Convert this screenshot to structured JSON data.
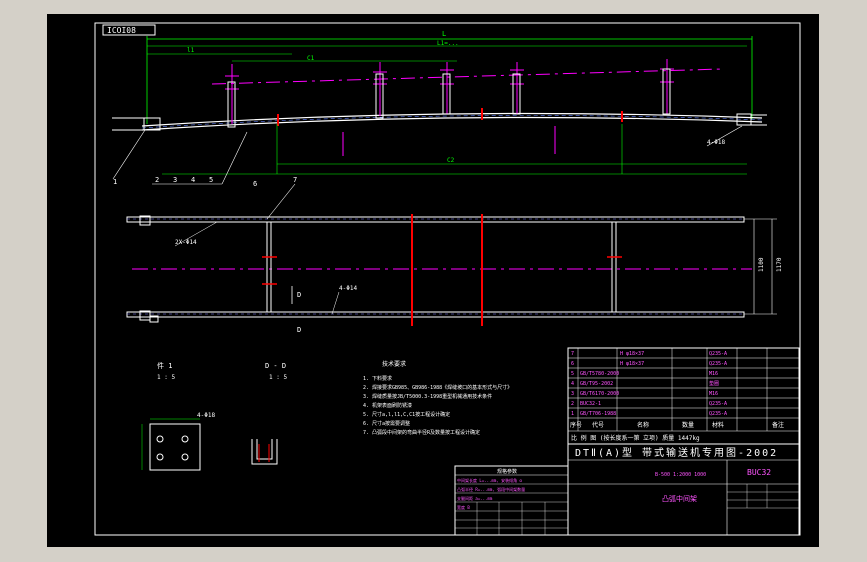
{
  "drawing": {
    "stamp": "ICOI08",
    "title_main": "DTⅡ(A)型 带式输送机专用图-2002",
    "drawing_no": "BUC32",
    "part_name": "凸弧中间架",
    "title_small": "B-500  1:2000  1000",
    "mass_row": "比 例 图 (按长度系一第 立项)  质量 1447kg"
  },
  "dimensions": {
    "overall_L": "L",
    "overall_L1": "L1=...",
    "l1": "l1",
    "c1": "C1",
    "c2": "C2",
    "width_a": "1100",
    "width_b": "1170",
    "view_d": "D"
  },
  "balloons": [
    "1",
    "2",
    "3",
    "4",
    "5",
    "6",
    "7"
  ],
  "callouts": {
    "c1": "4-Φ18",
    "c2": "2X-Φ14",
    "c3": "4-Φ14",
    "c4": "4-Φ18"
  },
  "sections": {
    "sec1": "件 1",
    "sec1_scale": "1 : 5",
    "sec2": "D - D",
    "sec2_scale": "1 : 5"
  },
  "tech_notes": {
    "title": "技术要求",
    "lines": [
      "1. 下料要求",
      "2. 焊接要求GB985、GB986-1988《焊缝坡口的基本形式与尺寸》",
      "3. 焊缝质量按JB/T5000.3-1998重型机械通用技术条件",
      "4. 机架表面刷防锈漆",
      "5. 尺寸a,l,l1,C,C1按工程设计确定",
      "6. 尺寸a按需要调整",
      "7. 凸弧段中间架的弯曲半径R及数量按工程设计确定"
    ]
  },
  "bom_rows": [
    [
      "7",
      "H φ18×37",
      "",
      "Q235-A",
      "",
      ""
    ],
    [
      "6",
      "H φ18×37",
      "",
      "Q235-A",
      "",
      ""
    ],
    [
      "5",
      "GB/T5780-2000",
      "",
      "M16",
      "",
      ""
    ],
    [
      "4",
      "GB/T95-2002",
      "",
      "垫圈",
      "",
      ""
    ],
    [
      "3",
      "GB/T6170-2000",
      "",
      "M16",
      "",
      ""
    ],
    [
      "2",
      "BUC32-1",
      "",
      "Q235-A",
      "",
      ""
    ],
    [
      "1",
      "GB/T706-1988",
      "",
      "Q235-A",
      "",
      ""
    ]
  ],
  "bom_header": [
    "序号",
    "代号",
    "名称",
    "数量",
    "材料",
    "备注"
  ],
  "param_table": {
    "title": "规格参数",
    "rows": [
      "中间架长度 L=...mm, 安装倾角 α",
      "凸弧半径 R=...mm, 弧段中间架数量",
      "支腿间距 a=...mm",
      "宽度 B",
      "",
      "",
      ""
    ]
  },
  "colors": {
    "frame": "#ffffff",
    "dim_green": "#00ff00",
    "centerline": "#ff00ff",
    "accent_red": "#ff0000",
    "border_white": "#ffffff",
    "text_magenta": "#ff55ff",
    "symbols_cyan": "#00ffff"
  }
}
